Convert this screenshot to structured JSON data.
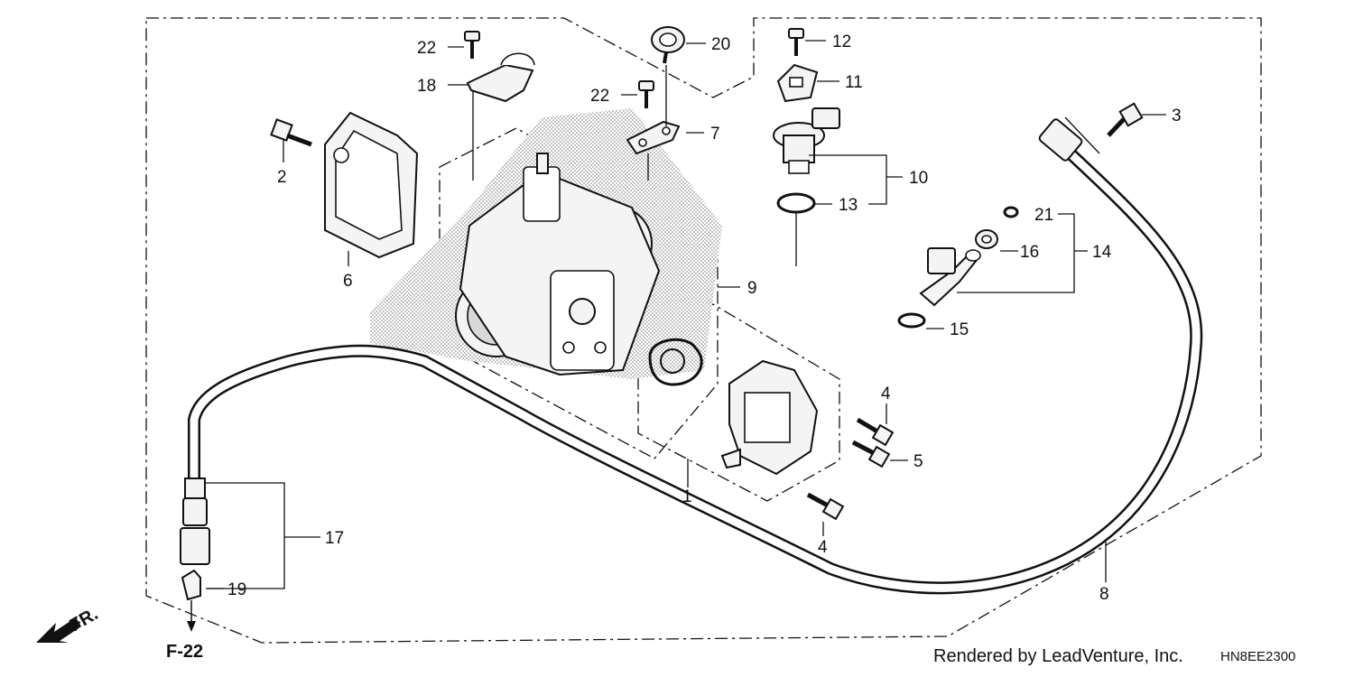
{
  "callouts": {
    "c1": "1",
    "c2": "2",
    "c3": "3",
    "c4a": "4",
    "c4b": "4",
    "c5": "5",
    "c6": "6",
    "c7": "7",
    "c8": "8",
    "c9": "9",
    "c10": "10",
    "c11": "11",
    "c12": "12",
    "c13": "13",
    "c14": "14",
    "c15": "15",
    "c16": "16",
    "c17": "17",
    "c18": "18",
    "c19": "19",
    "c20": "20",
    "c21": "21",
    "c22a": "22",
    "c22b": "22"
  },
  "reference": "F-22",
  "direction_label": "FR.",
  "credit": "Rendered by LeadVenture, Inc.",
  "diagram_code": "HN8EE2300",
  "colors": {
    "ink": "#111111",
    "background": "#ffffff",
    "shade": "#bdbdbd"
  }
}
